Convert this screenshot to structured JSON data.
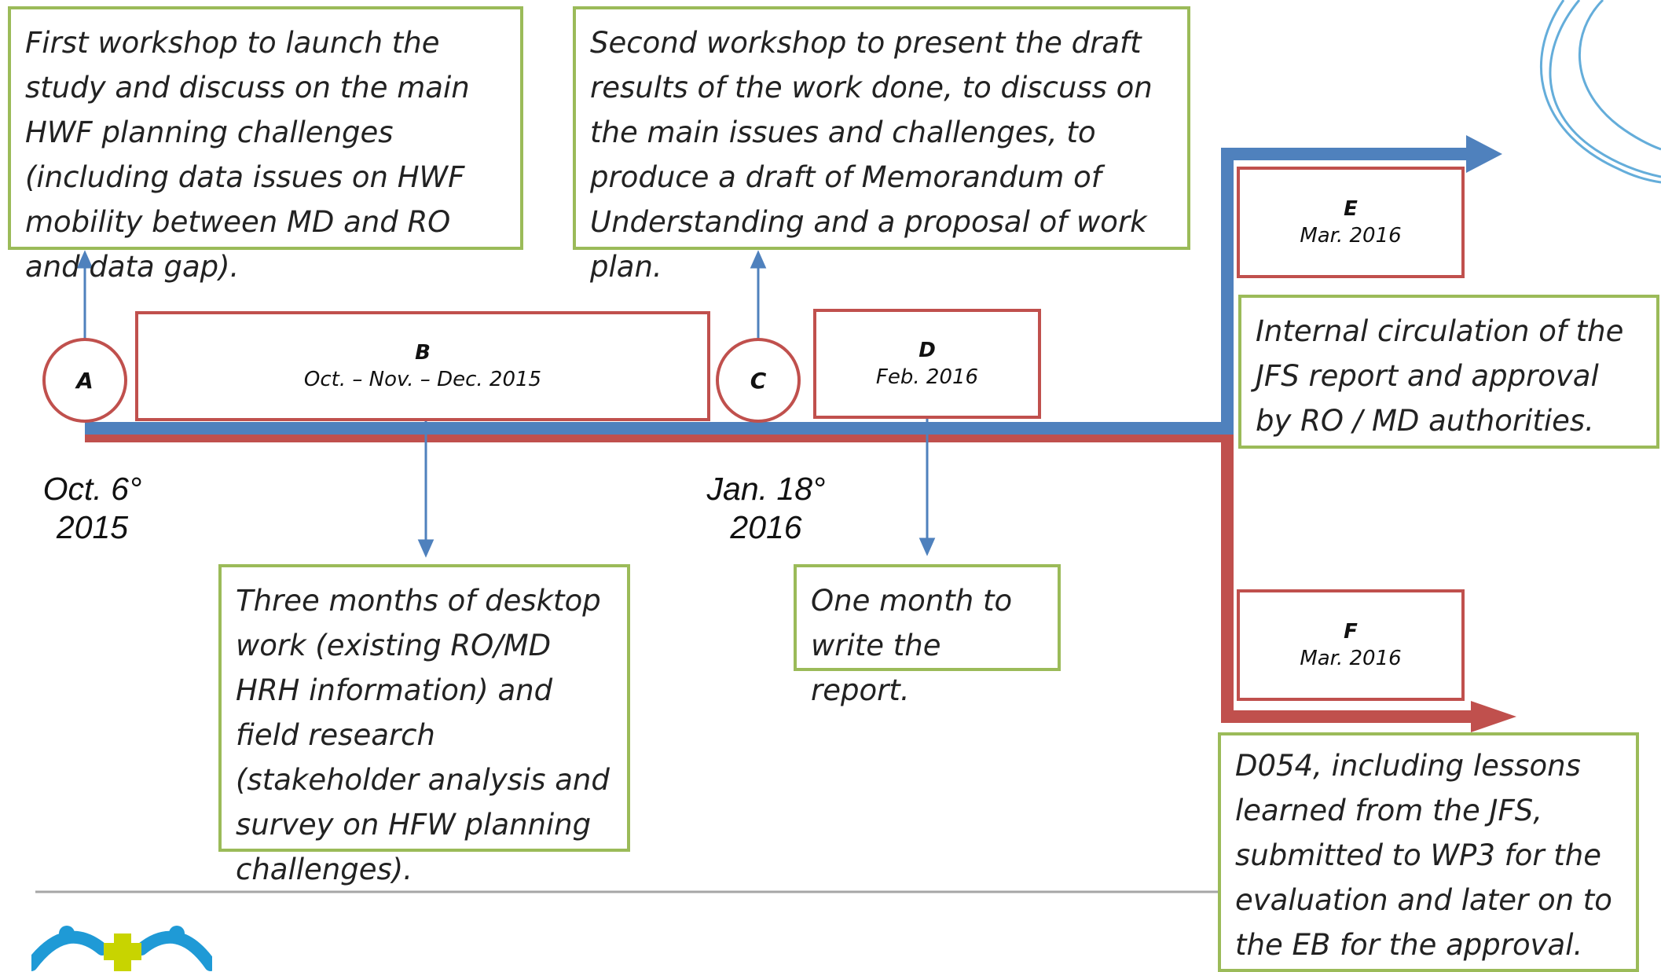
{
  "milestones": {
    "A": {
      "letter": "A"
    },
    "B": {
      "letter": "B",
      "date": "Oct. – Nov. – Dec. 2015"
    },
    "C": {
      "letter": "C"
    },
    "D": {
      "letter": "D",
      "date": "Feb. 2016"
    },
    "E": {
      "letter": "E",
      "date": "Mar. 2016"
    },
    "F": {
      "letter": "F",
      "date": "Mar. 2016"
    }
  },
  "dates": {
    "start_line1": "Oct. 6°",
    "start_line2": "2015",
    "mid_line1": "Jan. 18°",
    "mid_line2": "2016"
  },
  "notes": {
    "workshop1": "First workshop to launch the study and discuss on the main HWF planning challenges (including data issues on HWF mobility between MD and RO and data gap).",
    "workshop2": "Second workshop to present the draft results of the work done, to discuss on the main issues and challenges, to produce a draft of Memorandum of Understanding and a proposal of work plan.",
    "desktop": "Three months of desktop work (existing RO/MD HRH information) and field research (stakeholder analysis and survey on HFW planning challenges).",
    "report": "One month to write the report.",
    "circulation": "Internal circulation of the JFS report and approval by RO / MD authorities.",
    "d054": "D054, including lessons learned from the JFS, submitted to WP3 for the evaluation and later on to the EB for the approval."
  },
  "colors": {
    "blue_track": "#4f81bd",
    "red_track": "#c0504d",
    "box_border_green": "#9bbb59",
    "box_border_red": "#c0504d"
  },
  "icons": {
    "logo": "people-cross-logo",
    "decoration": "swoosh-decoration"
  }
}
